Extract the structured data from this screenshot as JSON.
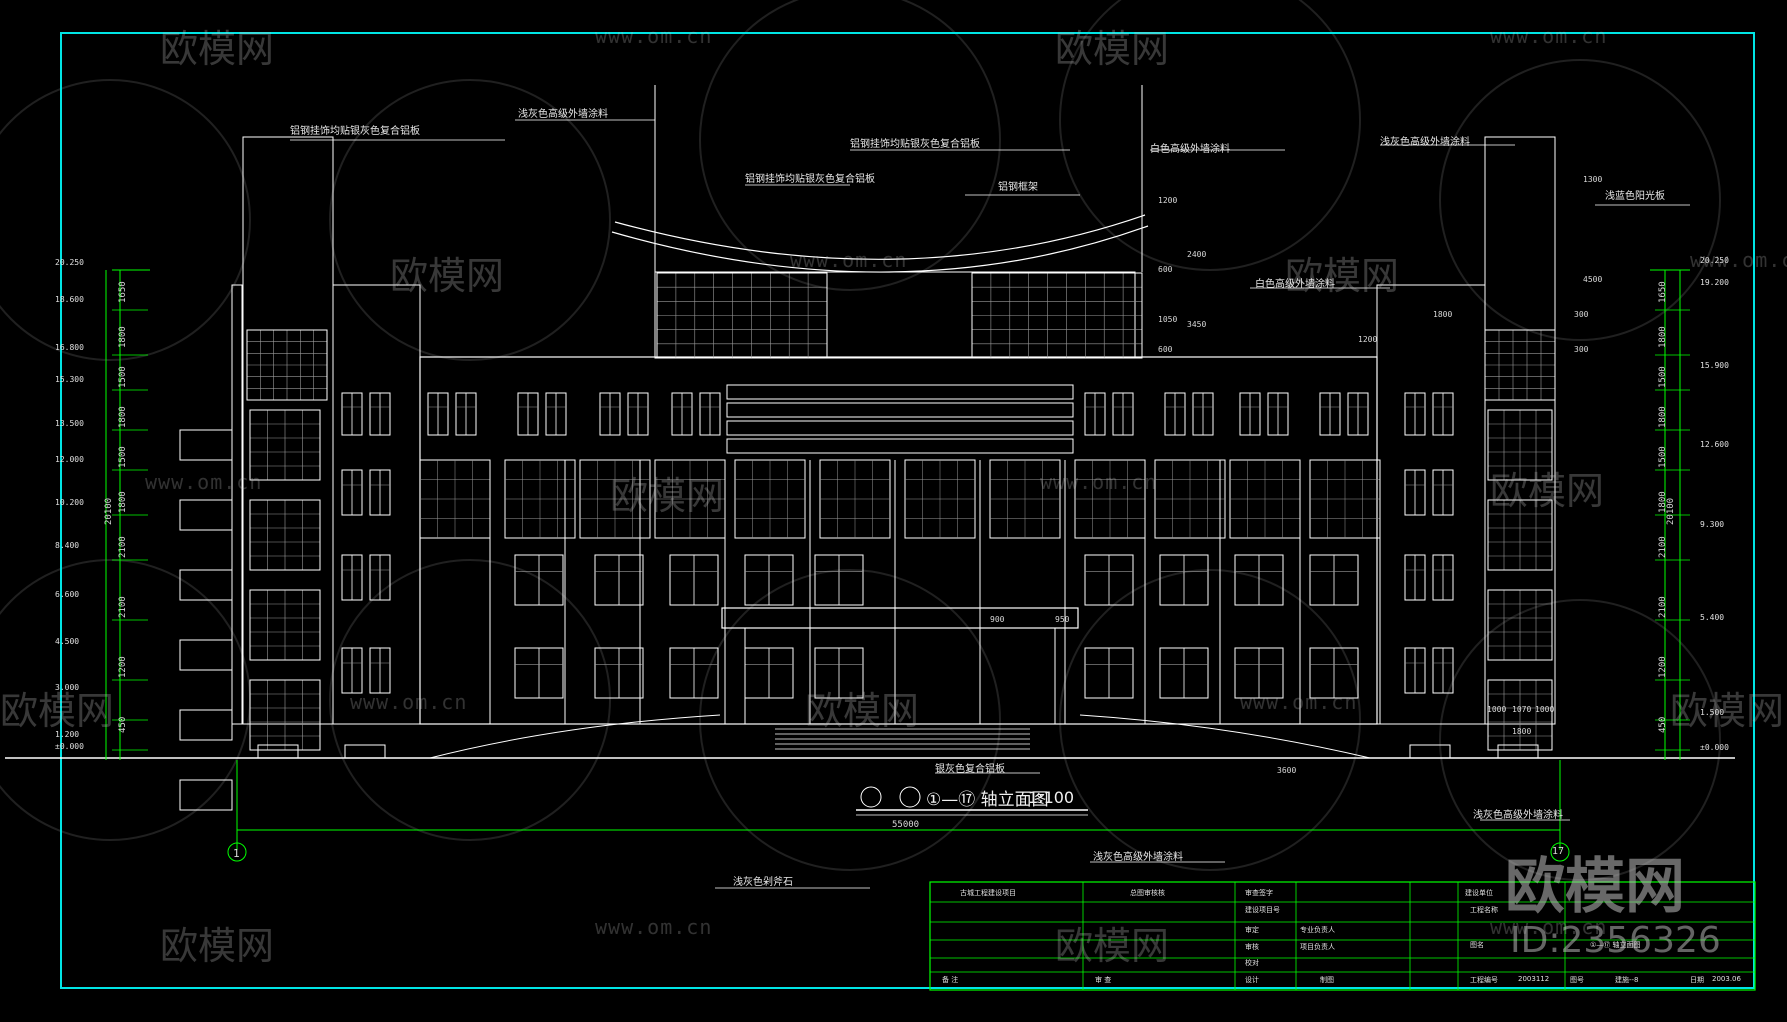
{
  "drawing": {
    "title": "①—⑰ 轴立面图",
    "scale": "1:100",
    "overall_width": "55000",
    "axis_start": "1",
    "axis_end": "17"
  },
  "callouts": [
    "铝钢挂饰均贴银灰色复合铝板",
    "浅灰色高级外墙涂料",
    "铝钢挂饰均贴银灰色复合铝板",
    "铝钢挂饰均贴银灰色复合铝板",
    "铝钢框架",
    "白色高级外墙涂料",
    "浅灰色高级外墙涂料",
    "浅蓝色阳光板",
    "白色高级外墙涂料",
    "银灰色复合铝板",
    "浅灰色高级外墙涂料",
    "浅灰色高级外墙涂料",
    "浅灰色剁斧石"
  ],
  "elevations_left": [
    "20.250",
    "18.600",
    "16.800",
    "15.300",
    "13.500",
    "12.000",
    "10.200",
    "8.400",
    "6.600",
    "4.500",
    "3.000",
    "1.200",
    "±0.000"
  ],
  "elevations_right": [
    "20.250",
    "19.200",
    "15.900",
    "12.600",
    "9.300",
    "5.400",
    "1.500",
    "±0.000"
  ],
  "dims_left": [
    "1650",
    "1800",
    "1500",
    "1800",
    "1500",
    "1800",
    "2100",
    "2100",
    "1200",
    "450"
  ],
  "dims_left_total": "20100",
  "dims_right": [
    "1650",
    "1800",
    "1500",
    "1800",
    "1500",
    "1800",
    "2100",
    "2100",
    "1200",
    "450"
  ],
  "dims_right_total": "20100",
  "dims_top": [
    "1200",
    "2400",
    "600",
    "1050",
    "3450",
    "600",
    "1800",
    "1200",
    "1300",
    "4500",
    "300",
    "300"
  ],
  "dims_misc": [
    "3600",
    "1800",
    "1000",
    "1070",
    "1000",
    "900",
    "950"
  ],
  "title_block": {
    "cells": [
      "古城工程建设项目",
      "总图审核核",
      "审查签字",
      "建设单位",
      "建设项目号",
      "工程名称",
      "图名",
      "审定",
      "审核",
      "专业负责人",
      "设计",
      "制图",
      "校对",
      "项目负责人",
      "工程编号",
      "2003112",
      "图号",
      "建施--8",
      "日期",
      "2003.06",
      "①—⑰ 轴立面图",
      "备 注",
      "审 查"
    ]
  },
  "watermarks": {
    "brand": "欧模网",
    "url": "www.om.cn",
    "id_text": "ID:2356326"
  },
  "colors": {
    "background": "#000000",
    "frame": "#00e5e5",
    "lines": "#ffffff",
    "dimension": "#00ff00",
    "gray": "#9a9a9a"
  }
}
